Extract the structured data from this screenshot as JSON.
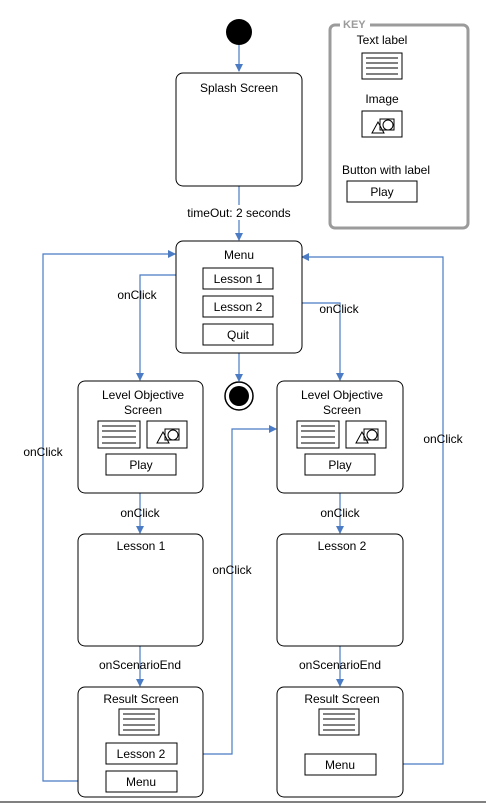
{
  "key": {
    "title": "KEY",
    "text_label": "Text label",
    "image": "Image",
    "button_with_label": "Button with label",
    "sample_button": "Play"
  },
  "states": {
    "splash": "Splash Screen",
    "menu": "Menu",
    "menu_buttons": [
      "Lesson 1",
      "Lesson 2",
      "Quit"
    ],
    "level_objective_left_line1": "Level Objective",
    "level_objective_left_line2": "Screen",
    "level_objective_left_button": "Play",
    "level_objective_right_line1": "Level Objective",
    "level_objective_right_line2": "Screen",
    "level_objective_right_button": "Play",
    "lesson1": "Lesson 1",
    "lesson2": "Lesson 2",
    "result_left": "Result Screen",
    "result_left_buttons": [
      "Lesson 2",
      "Menu"
    ],
    "result_right": "Result Screen",
    "result_right_button": "Menu"
  },
  "transitions": {
    "timeout": "timeOut: 2 seconds",
    "onclick_lesson1": "onClick",
    "onclick_lesson2": "onClick",
    "onclick_left_loop": "onClick",
    "onclick_right_loop": "onClick",
    "onclick_play_left": "onClick",
    "onclick_play_right": "onClick",
    "onclick_result_lesson2": "onClick",
    "onscenarioend_left": "onScenarioEnd",
    "onscenarioend_right": "onScenarioEnd"
  },
  "colors": {
    "arrow": "#4a7bc4",
    "key_border": "#9b9b9b"
  }
}
